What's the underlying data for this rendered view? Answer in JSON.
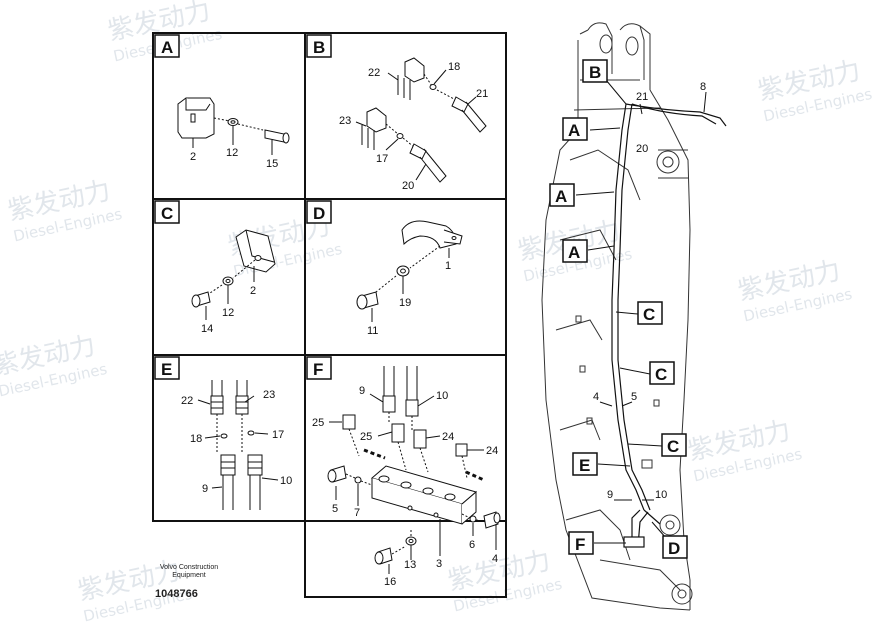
{
  "panels": {
    "A": {
      "letter": "A",
      "labels": {
        "l2": "2",
        "l12": "12",
        "l15": "15"
      }
    },
    "B": {
      "letter": "B",
      "labels": {
        "l22": "22",
        "l18": "18",
        "l21": "21",
        "l23": "23",
        "l17": "17",
        "l20": "20"
      }
    },
    "C": {
      "letter": "C",
      "labels": {
        "l2": "2",
        "l12": "12",
        "l14": "14"
      }
    },
    "D": {
      "letter": "D",
      "labels": {
        "l1": "1",
        "l19": "19",
        "l11": "11"
      }
    },
    "E": {
      "letter": "E",
      "labels": {
        "l22": "22",
        "l23": "23",
        "l18": "18",
        "l17": "17",
        "l9": "9",
        "l10": "10"
      }
    },
    "F": {
      "letter": "F",
      "labels": {
        "l9": "9",
        "l10": "10",
        "l25a": "25",
        "l25b": "25",
        "l24a": "24",
        "l24b": "24",
        "l5": "5",
        "l7": "7",
        "l6": "6",
        "l4": "4",
        "l3": "3",
        "l13": "13",
        "l16": "16"
      }
    }
  },
  "overview": {
    "callouts": {
      "b": "B",
      "a1": "A",
      "a2": "A",
      "a3": "A",
      "c1": "C",
      "c2": "C",
      "c3": "C",
      "e": "E",
      "f": "F",
      "d": "D"
    },
    "labels": {
      "l8": "8",
      "l21": "21",
      "l20": "20",
      "l4": "4",
      "l5": "5",
      "l9": "9",
      "l10": "10"
    }
  },
  "footer": {
    "brand_line1": "Volvo Construction",
    "brand_line2": "Equipment",
    "part_number": "1048766"
  },
  "watermark": {
    "cn": "紫发动力",
    "en": "Diesel-Engines"
  }
}
